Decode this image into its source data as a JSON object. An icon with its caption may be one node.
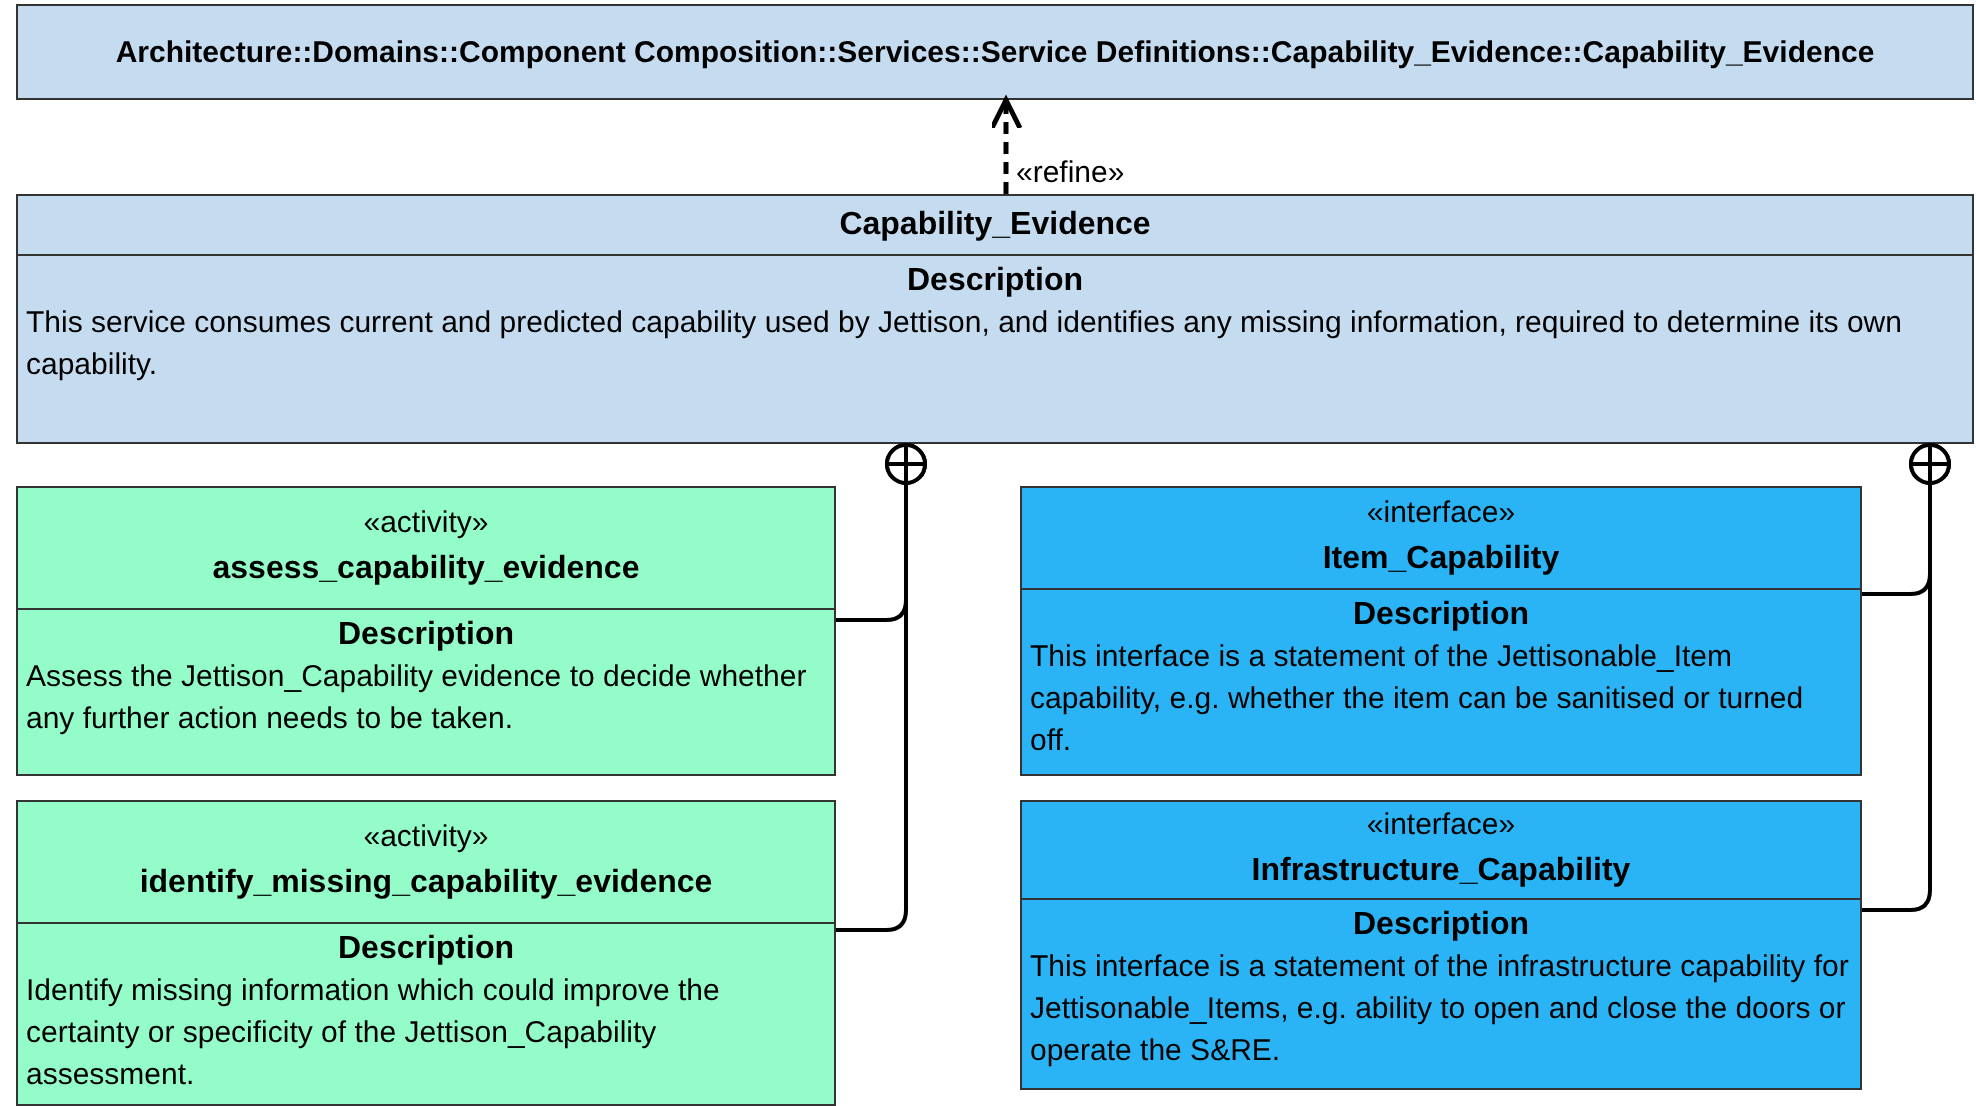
{
  "diagram": {
    "nodes": [
      {
        "text": [
          "Architecture::Domains::Component Composition::Services::Service Definitions::Capability_Evidence::Capability_Evidence"
        ]
      },
      {
        "text": [
          "Capability_Evidence",
          "Description",
          "This service consumes current and predicted capability used by Jettison, and identifies any missing information, required to determine its own capability."
        ]
      },
      {
        "text": [
          "«activity»",
          "assess_capability_evidence",
          "Description",
          "Assess the Jettison_Capability evidence to decide whether any further action needs to be taken."
        ]
      },
      {
        "text": [
          "«activity»",
          "identify_missing_capability_evidence",
          "Description",
          "Identify missing information which could improve the certainty or specificity of the Jettison_Capability assessment."
        ]
      },
      {
        "text": [
          "«interface»",
          "Item_Capability",
          "Description",
          "This interface is a statement of the Jettisonable_Item capability, e.g. whether the item can be sanitised or turned off."
        ]
      },
      {
        "text": [
          "«interface»",
          "Infrastructure_Capability",
          "Description",
          "This interface is a statement of the infrastructure capability for Jettisonable_Items, e.g. ability to open and close the doors or operate the S&RE."
        ]
      }
    ],
    "edges": [
      {
        "from": 1,
        "to": 0,
        "arrow": "to",
        "label": "«refine»",
        "style": "dashed"
      },
      {
        "from": 1,
        "to": 2,
        "arrow": "other"
      },
      {
        "from": 1,
        "to": 3,
        "arrow": "other"
      },
      {
        "from": 1,
        "to": 4,
        "arrow": "other"
      },
      {
        "from": 1,
        "to": 5,
        "arrow": "other"
      }
    ]
  }
}
